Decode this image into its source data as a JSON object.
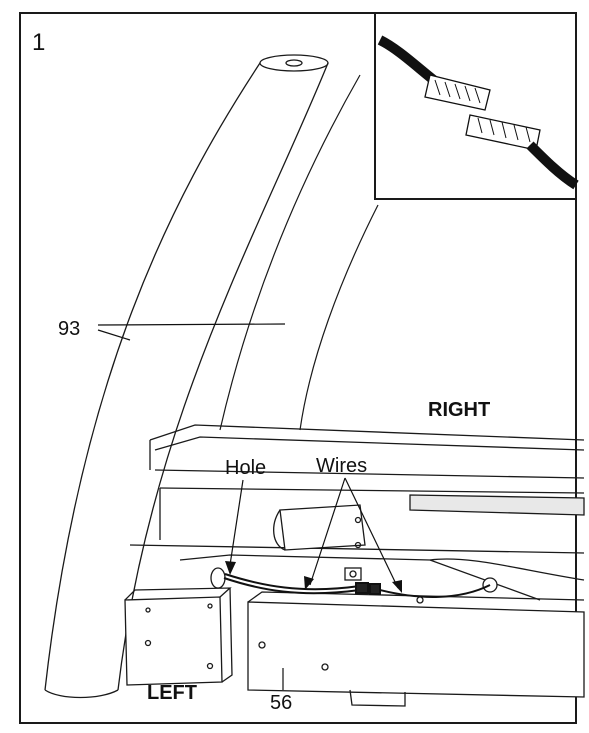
{
  "step_number": "1",
  "parts": {
    "upright_part": "93",
    "base_part": "56"
  },
  "labels": {
    "right": "RIGHT",
    "left": "LEFT",
    "hole": "Hole",
    "wires": "Wires"
  },
  "inset": {
    "content": "wire-connector-detail"
  },
  "colors": {
    "line": "#1a1a1a",
    "background": "#ffffff",
    "wire": "#111111",
    "shade": "#d9d9d9"
  }
}
